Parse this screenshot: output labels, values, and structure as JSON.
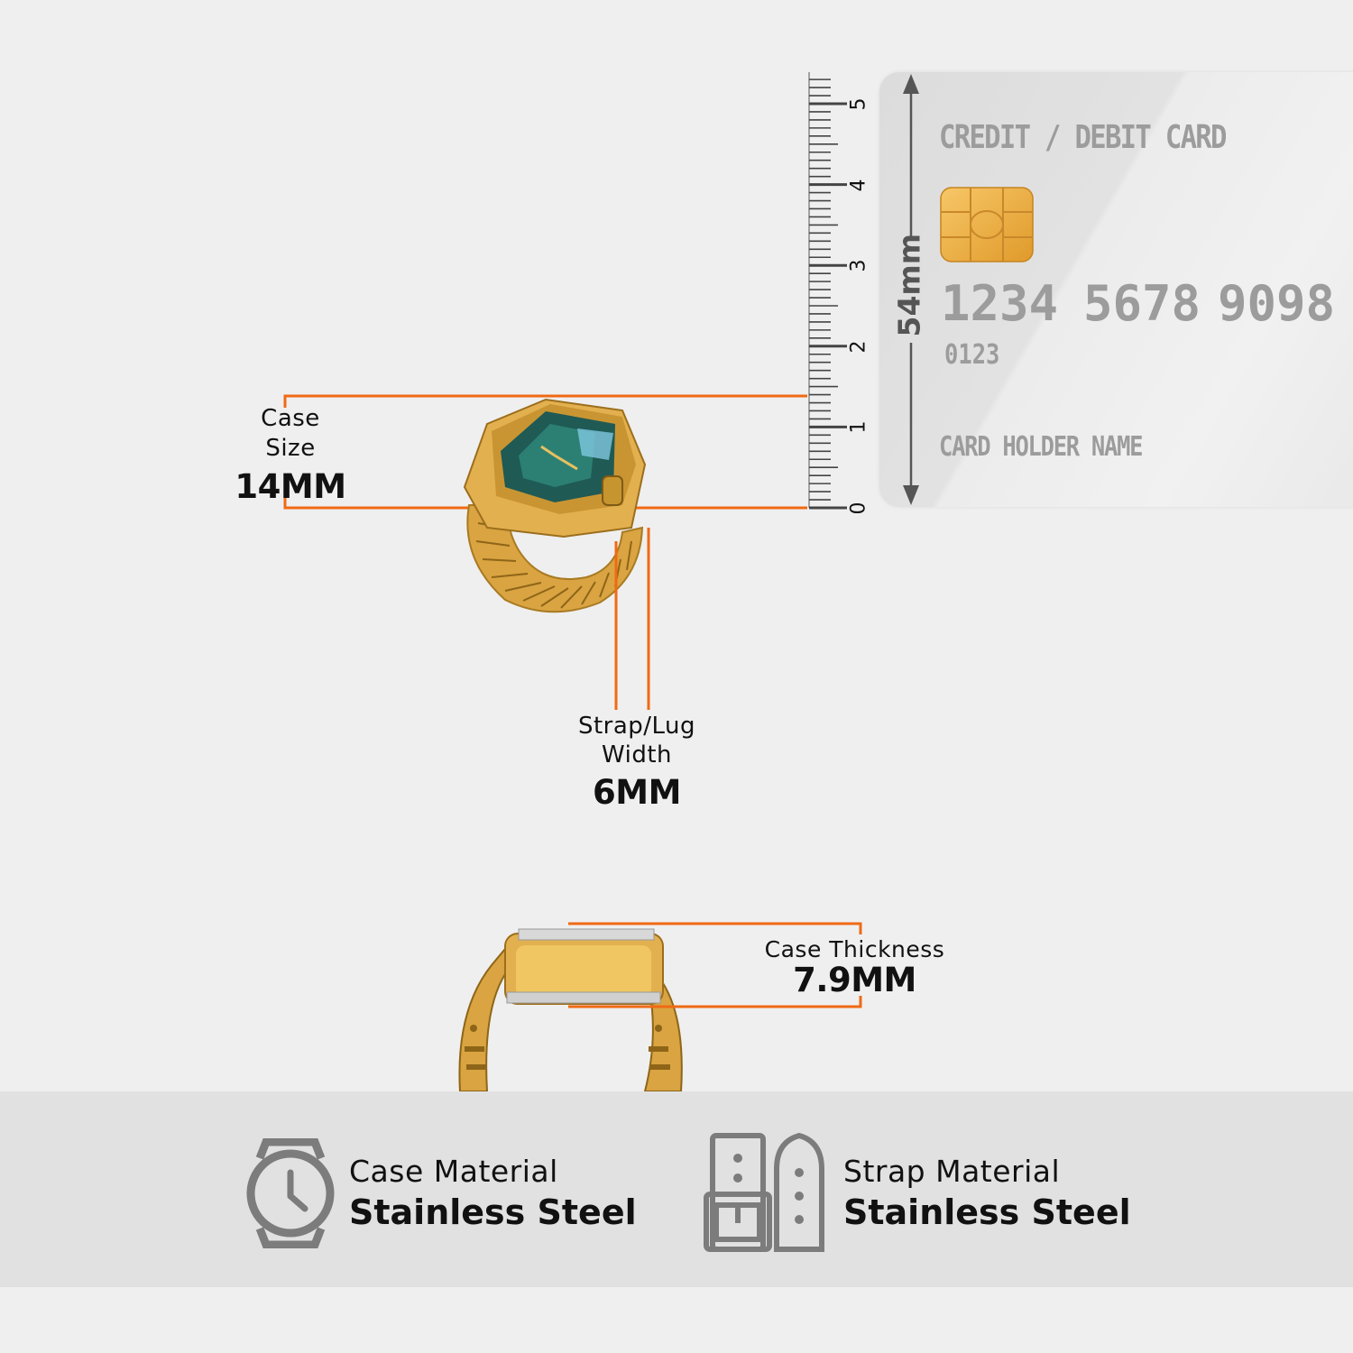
{
  "case_size": {
    "label_line1": "Case",
    "label_line2": "Size",
    "value": "14MM"
  },
  "strap_width": {
    "label_line1": "Strap/Lug",
    "label_line2": "Width",
    "value": "6MM"
  },
  "case_thickness": {
    "label": "Case Thickness",
    "value": "7.9MM"
  },
  "ruler": {
    "ticks": [
      "0",
      "1",
      "2",
      "3",
      "4",
      "5"
    ]
  },
  "card": {
    "title": "CREDIT / DEBIT CARD",
    "number_groups": [
      "1234",
      "5678",
      "9098"
    ],
    "sub_number": "0123",
    "holder": "CARD HOLDER NAME",
    "height_label": "54mm"
  },
  "features": [
    {
      "icon": "watch-icon",
      "label": "Case Material",
      "value": "Stainless Steel"
    },
    {
      "icon": "strap-icon",
      "label": "Strap Material",
      "value": "Stainless Steel"
    }
  ],
  "colors": {
    "accent": "#f06a14",
    "gold": "#d9a441",
    "icon_gray": "#7c7c7c"
  }
}
